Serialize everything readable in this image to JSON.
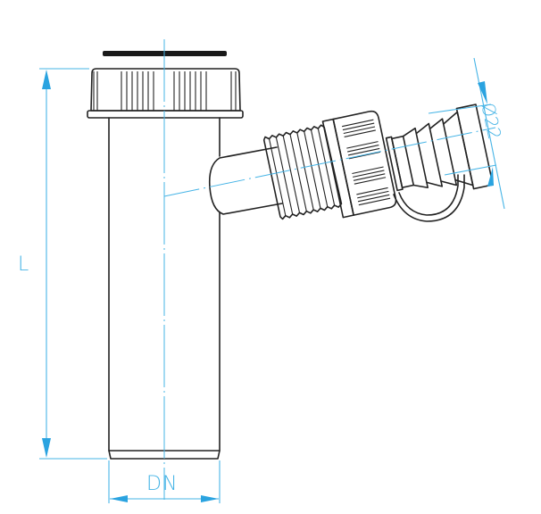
{
  "drawing": {
    "title": "Sink trap tailpiece with side hose connection",
    "dimensions": {
      "length_label": "L",
      "nominal_diameter_label": "DN",
      "hose_diameter_label": "Ø22"
    },
    "colors": {
      "outline": "#222222",
      "dimension_lines": "#46b4e6",
      "arrowheads": "#2aa3e0",
      "gasket": "#1a1a1a",
      "background": "#ffffff"
    },
    "parts": [
      {
        "name": "gasket"
      },
      {
        "name": "knurled-nut"
      },
      {
        "name": "tailpiece-tube"
      },
      {
        "name": "side-branch"
      },
      {
        "name": "threaded-spigot"
      },
      {
        "name": "union-nut"
      },
      {
        "name": "barbed-hose-adapter"
      },
      {
        "name": "retaining-clip"
      }
    ]
  }
}
